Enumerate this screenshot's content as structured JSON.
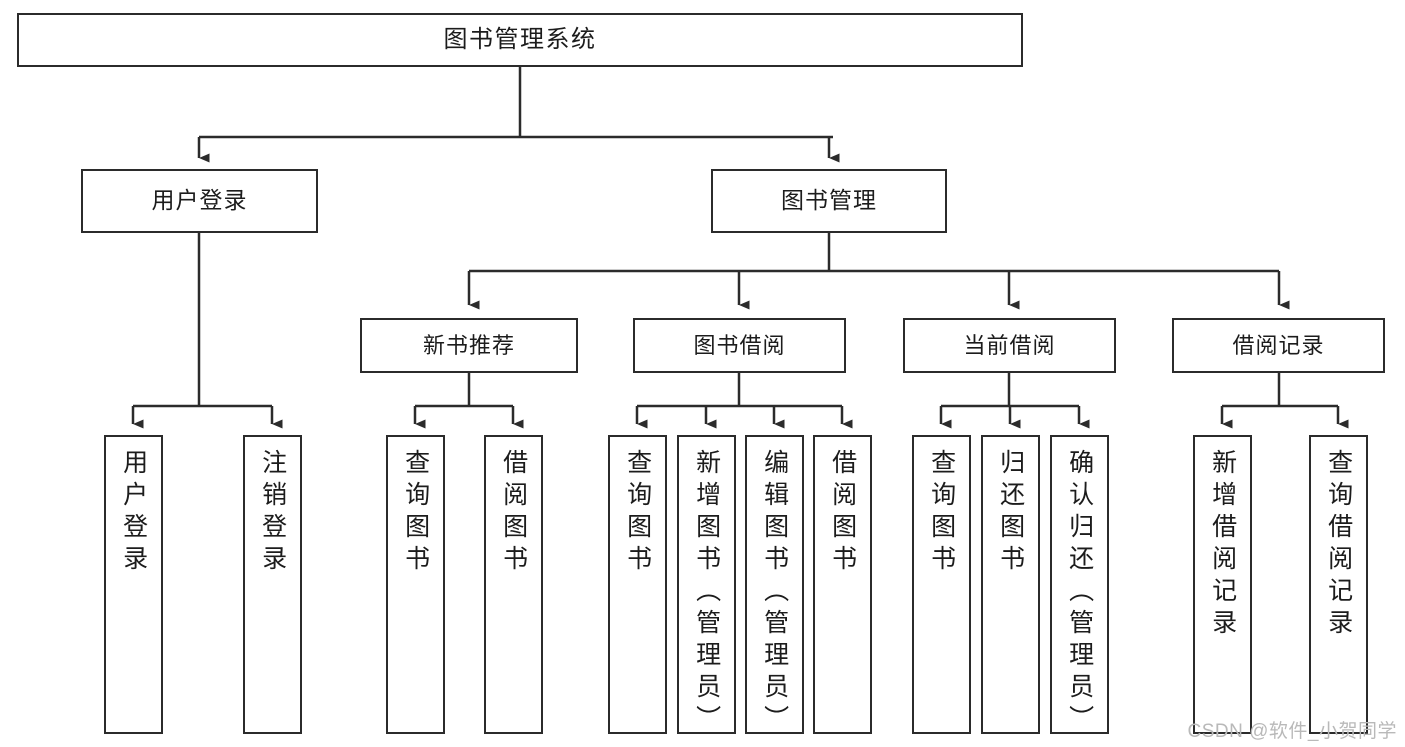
{
  "diagram": {
    "title": "图书管理系统",
    "type": "tree",
    "root": {
      "label": "图书管理系统"
    },
    "level1": [
      {
        "label": "用户登录"
      },
      {
        "label": "图书管理"
      }
    ],
    "level2": [
      {
        "label": "新书推荐"
      },
      {
        "label": "图书借阅"
      },
      {
        "label": "当前借阅"
      },
      {
        "label": "借阅记录"
      }
    ],
    "leaves": {
      "user_login": [
        {
          "label": "用户登录"
        },
        {
          "label": "注销登录"
        }
      ],
      "new_book_recommend": [
        {
          "label": "查询图书"
        },
        {
          "label": "借阅图书"
        }
      ],
      "book_borrow": [
        {
          "label": "查询图书"
        },
        {
          "label": "新增图书（管理员）"
        },
        {
          "label": "编辑图书（管理员）"
        },
        {
          "label": "借阅图书"
        }
      ],
      "current_borrow": [
        {
          "label": "查询图书"
        },
        {
          "label": "归还图书"
        },
        {
          "label": "确认归还（管理员）"
        }
      ],
      "borrow_record": [
        {
          "label": "新增借阅记录"
        },
        {
          "label": "查询借阅记录"
        }
      ]
    }
  },
  "watermark": {
    "text": "CSDN @软件_小贺同学"
  },
  "colors": {
    "stroke": "#2b2b2b",
    "fill": "#ffffff",
    "text": "#1c1c1c",
    "watermark": "#b9b9b9"
  }
}
